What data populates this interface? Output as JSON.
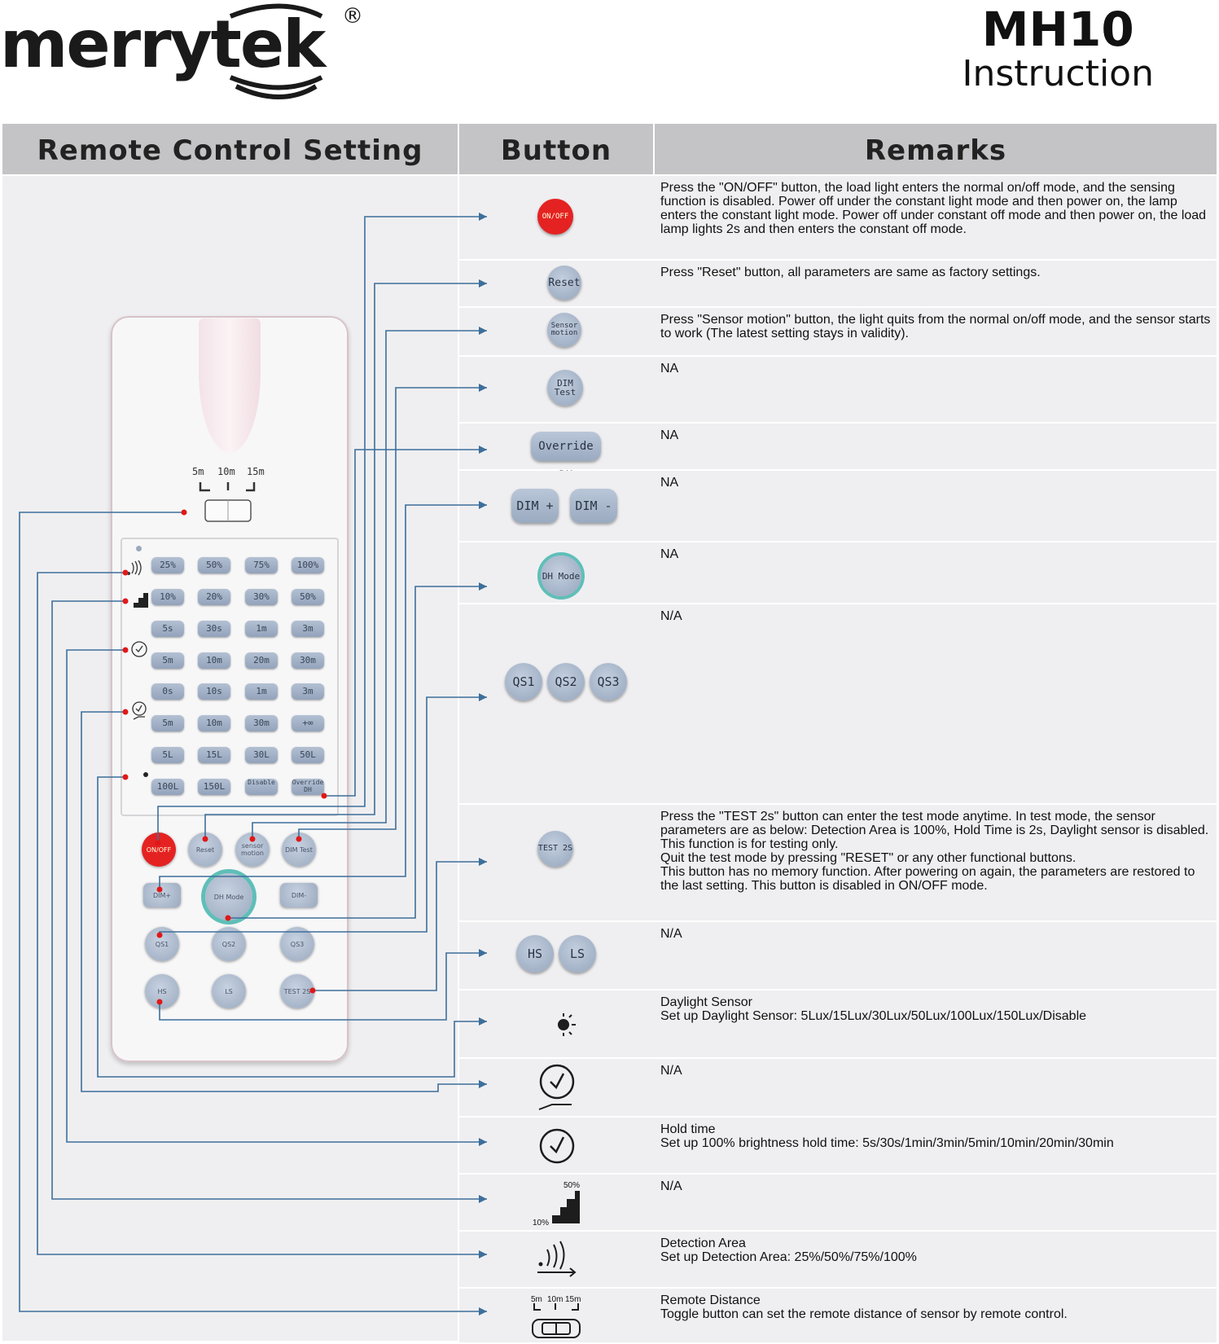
{
  "brand": {
    "name": "merrytek",
    "registered": "®"
  },
  "doc": {
    "model": "MH10",
    "subtitle": "Instruction"
  },
  "header": {
    "col1": "Remote Control Setting",
    "col2": "Button",
    "col3": "Remarks"
  },
  "remote": {
    "distance_labels": [
      "5m",
      "10m",
      "15m"
    ],
    "detection_keys": [
      "25%",
      "50%",
      "75%",
      "100%"
    ],
    "standby_keys": [
      "10%",
      "20%",
      "30%",
      "50%"
    ],
    "hold_keys_1": [
      "5s",
      "30s",
      "1m",
      "3m"
    ],
    "hold_keys_2": [
      "5m",
      "10m",
      "20m",
      "30m"
    ],
    "standby_time_keys_1": [
      "0s",
      "10s",
      "1m",
      "3m"
    ],
    "standby_time_keys_2": [
      "5m",
      "10m",
      "30m",
      "+∞"
    ],
    "daylight_keys_1": [
      "5L",
      "15L",
      "30L",
      "50L"
    ],
    "daylight_keys_2": [
      "100L",
      "150L",
      "Disable",
      "Override DH"
    ],
    "round_row1": [
      "ON/OFF",
      "Reset",
      "sensor motion",
      "DIM Test"
    ],
    "round_row2": [
      "DIM+",
      "DH Mode",
      "DIM-"
    ],
    "round_row3": [
      "QS1",
      "QS2",
      "QS3"
    ],
    "round_row4": [
      "HS",
      "LS",
      "TEST 2S"
    ]
  },
  "rows": [
    {
      "buttons": [
        "ON/OFF"
      ],
      "remark": "Press the \"ON/OFF\" button, the load light enters the normal on/off mode, and the sensing function is disabled. Power off under the constant light mode and then power on, the lamp enters the constant light mode. Power off under constant off mode and then power on, the load lamp lights 2s and then enters the constant off mode."
    },
    {
      "buttons": [
        "Reset"
      ],
      "remark": "Press \"Reset\" button, all parameters are same as factory settings."
    },
    {
      "buttons": [
        "Sensor motion"
      ],
      "remark": "Press \"Sensor motion\" button, the light quits from the normal on/off mode, and the sensor starts to work (The latest setting stays in validity)."
    },
    {
      "buttons": [
        "DIM Test"
      ],
      "remark": "NA"
    },
    {
      "buttons": [
        "Override DH"
      ],
      "remark": "NA"
    },
    {
      "buttons": [
        "DIM +",
        "DIM -"
      ],
      "remark": "NA"
    },
    {
      "buttons": [
        "DH Mode"
      ],
      "remark": "NA"
    },
    {
      "buttons": [
        "QS1",
        "QS2",
        "QS3"
      ],
      "remark": "N/A"
    },
    {
      "buttons": [
        "TEST 2S"
      ],
      "remark": "Press the \"TEST 2s\" button can enter the test mode anytime. In test mode, the sensor parameters are as below: Detection Area is 100%, Hold Time is 2s, Daylight sensor is disabled. This function is for testing only.\nQuit the test mode by pressing \"RESET\" or any other functional buttons.\nThis button has no memory function. After powering on again, the parameters are restored to the last setting. This  button is disabled in ON/OFF mode."
    },
    {
      "buttons": [
        "HS",
        "LS"
      ],
      "remark": "N/A"
    },
    {
      "icon": "daylight-sensor-icon",
      "remark": "Daylight Sensor\nSet up Daylight Sensor: 5Lux/15Lux/30Lux/50Lux/100Lux/150Lux/Disable"
    },
    {
      "icon": "stand-by-time-icon",
      "remark": "N/A"
    },
    {
      "icon": "hold-time-icon",
      "remark": "Hold time\nSet up 100% brightness hold time: 5s/30s/1min/3min/5min/10min/20min/30min"
    },
    {
      "icon": "standby-dimming-icon",
      "icon_labels": [
        "50%",
        "10%"
      ],
      "remark": "N/A"
    },
    {
      "icon": "detection-area-icon",
      "remark": "Detection Area\nSet up Detection Area: 25%/50%/75%/100%"
    },
    {
      "icon": "remote-distance-icon",
      "icon_labels": [
        "5m",
        "10m",
        "15m"
      ],
      "remark": "Remote Distance\nToggle button can set the remote distance of sensor by remote control."
    }
  ],
  "colors": {
    "header_bg": "#c4c4c6",
    "cell_bg": "#efeff1",
    "connector": "#3d6f9a",
    "dot": "#e01818",
    "onoff": "#e52222"
  }
}
